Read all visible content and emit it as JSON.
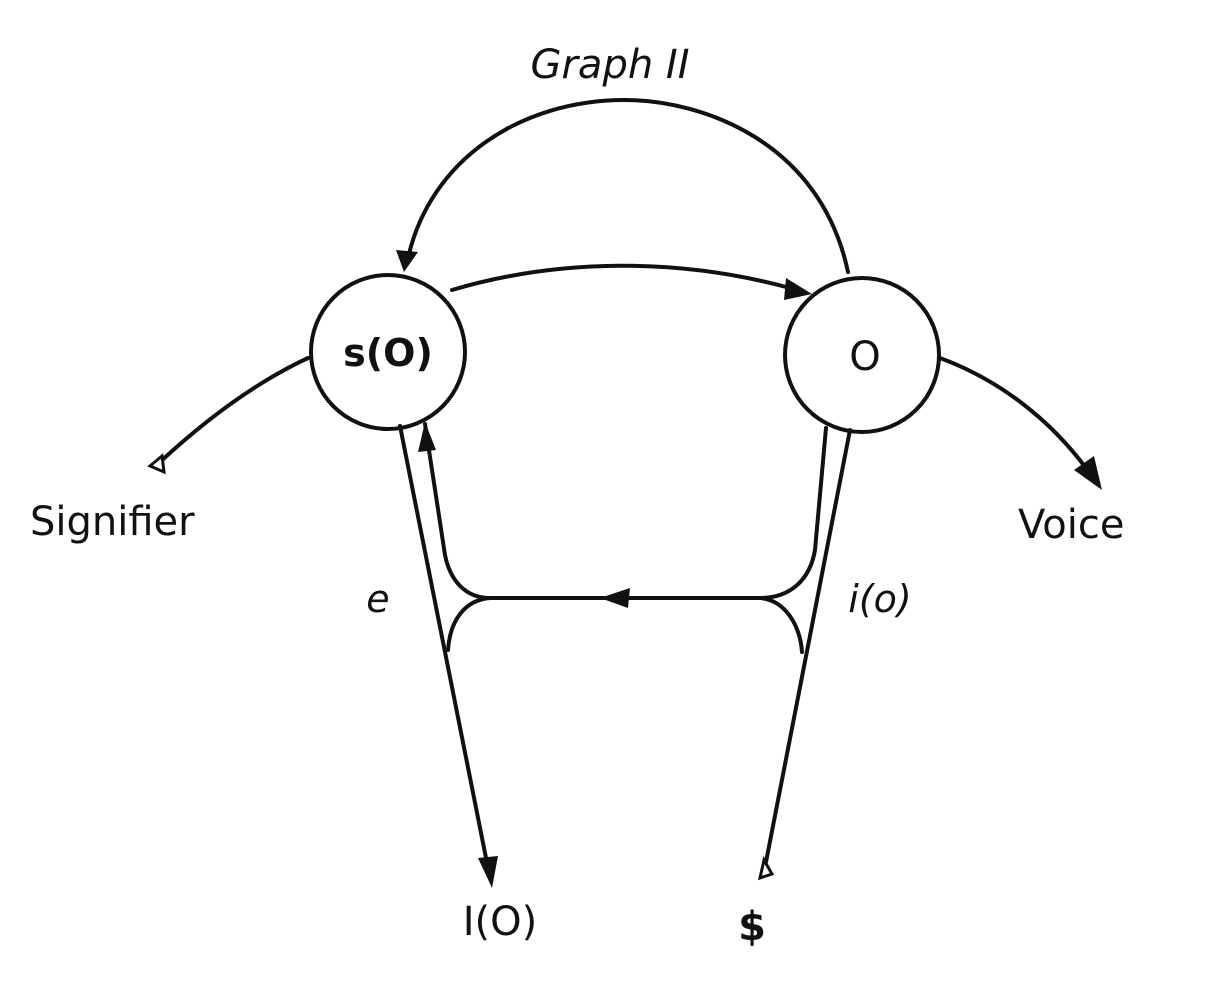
{
  "title": "Graph II",
  "nodes": {
    "left": "s(O)",
    "right": "O"
  },
  "labels": {
    "signifier": "Signifier",
    "voice": "Voice",
    "e": "e",
    "i_o": "i(o)",
    "I_O": "I(O)",
    "barred_s": "$"
  }
}
